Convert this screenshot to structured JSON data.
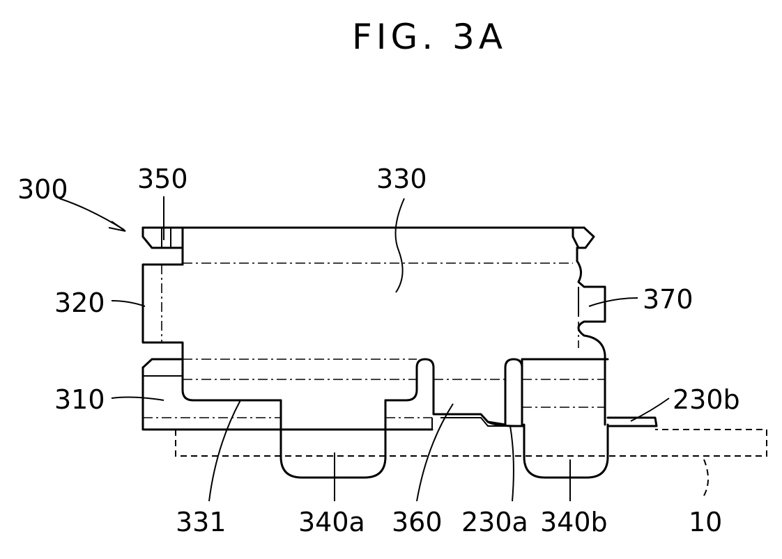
{
  "figure": {
    "title": "FIG. 3A",
    "labels": {
      "l300": "300",
      "l350": "350",
      "l330": "330",
      "l320": "320",
      "l370": "370",
      "l310": "310",
      "l230b": "230b",
      "l331": "331",
      "l340a": "340a",
      "l360": "360",
      "l230a": "230a",
      "l340b": "340b",
      "l10": "10"
    }
  }
}
